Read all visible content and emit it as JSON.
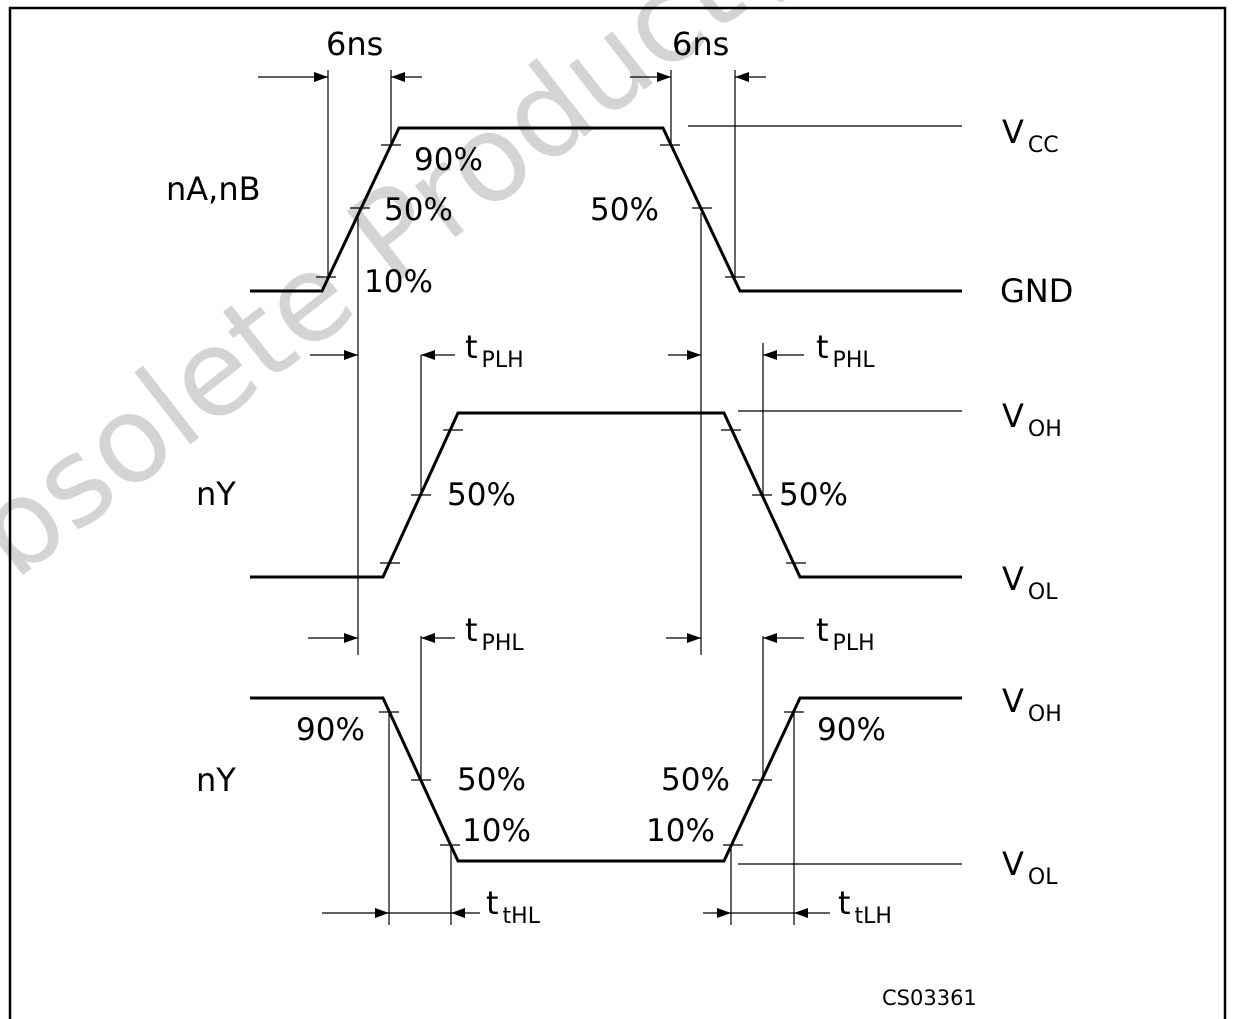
{
  "watermark": "Obsolete Product(s) - Obsolete Product(s)",
  "figure_code": "CS03361",
  "signals": {
    "input": "nA,nB",
    "output1": "nY",
    "output2": "nY"
  },
  "rails": {
    "vcc": {
      "main": "V",
      "sub": "CC"
    },
    "gnd": "GND",
    "voh1": {
      "main": "V",
      "sub": "OH"
    },
    "vol1": {
      "main": "V",
      "sub": "OL"
    },
    "voh2": {
      "main": "V",
      "sub": "OH"
    },
    "vol2": {
      "main": "V",
      "sub": "OL"
    }
  },
  "rise_fall_time": {
    "left": "6ns",
    "right": "6ns"
  },
  "percent": {
    "in_90": "90%",
    "in_50_rise": "50%",
    "in_10": "10%",
    "in_50_fall": "50%",
    "y1_50_rise": "50%",
    "y1_50_fall": "50%",
    "y2_90_left": "90%",
    "y2_50_left": "50%",
    "y2_10_left": "10%",
    "y2_90_right": "90%",
    "y2_50_right": "50%",
    "y2_10_right": "10%"
  },
  "timing": {
    "tplh_1": {
      "main": "t",
      "sub": "PLH"
    },
    "tphl_1": {
      "main": "t",
      "sub": "PHL"
    },
    "tphl_2": {
      "main": "t",
      "sub": "PHL"
    },
    "tplh_2": {
      "main": "t",
      "sub": "PLH"
    },
    "tthl": {
      "main": "t",
      "sub": "tHL"
    },
    "ttlh": {
      "main": "t",
      "sub": "tLH"
    }
  }
}
